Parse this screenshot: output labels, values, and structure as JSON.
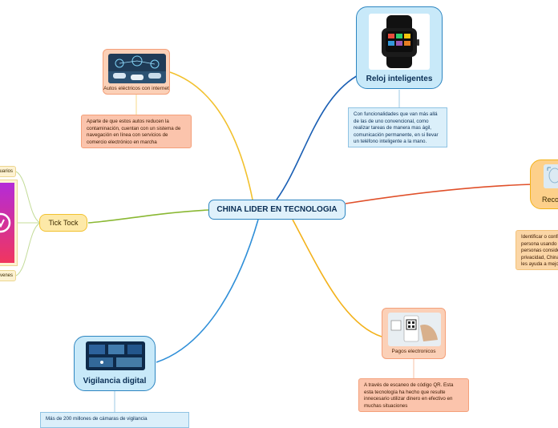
{
  "central": {
    "label": "CHINA LIDER EN TECNOLOGIA"
  },
  "branches": {
    "reloj": {
      "title": "Reloj inteligentes",
      "note": "Con funcionalidades que van más allá de las de uno convencional, como realizar tareas de manera mas ágil, comunicación permanente, en si llevar un teléfono inteligente a la mano."
    },
    "autos": {
      "title": "Autos eléctricos con internet",
      "note": "Aparte de que estos autos reducen la contaminación, cuentan con un sistema de navegación en línea con servicios de comercio electrónico en marcha"
    },
    "tick": {
      "title": "Tick Tock",
      "left_top": "suarios",
      "left_bottom": "óvenes"
    },
    "reco": {
      "title": "Reco",
      "note": "Identificar o confi persona usando s personas conside privacidad, China les ayuda a mejor"
    },
    "pagos": {
      "title": "Pagos electronicos",
      "note": "A través de escaneo de código QR. Esta esta tecnología ha hecho que resulte innecesario utilizar dinero en efectivo en muchas situaciones"
    },
    "vigilancia": {
      "title": "Vigilancia digital",
      "note": "Más de 200 millones de cámaras de vigilancia"
    }
  },
  "colors": {
    "link_blue": "#1a5fb4",
    "link_yellow": "#f2c12e",
    "link_green": "#8ab833",
    "link_red": "#e0502a",
    "link_orange": "#f3b21b",
    "link_lightblue": "#2f8fd8"
  },
  "icons": [
    "smartwatch-image",
    "car-network-image",
    "tiktok-logo-image",
    "face-recognition-image",
    "qr-payment-image",
    "surveillance-image"
  ]
}
